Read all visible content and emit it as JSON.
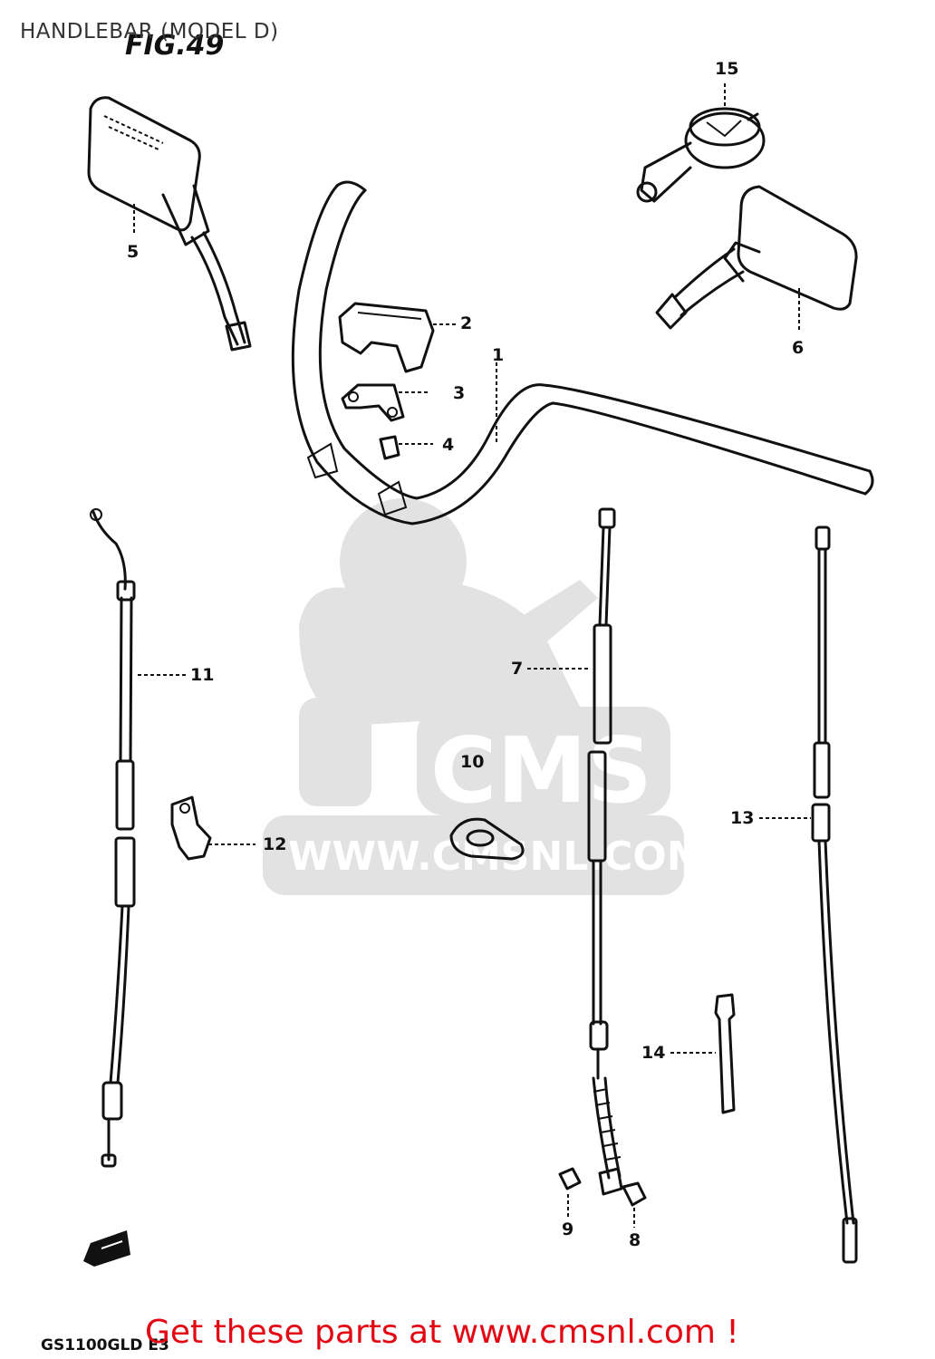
{
  "header": {
    "title": "HANDLEBAR (MODEL D)"
  },
  "figure": {
    "label": "FIG.49",
    "model_code": "GS1100GLD E3"
  },
  "watermark": {
    "brand": "CMS",
    "url": "WWW.CMSNL.COM"
  },
  "callouts": [
    "1",
    "2",
    "3",
    "4",
    "5",
    "6",
    "7",
    "8",
    "9",
    "10",
    "11",
    "12",
    "13",
    "14",
    "15"
  ],
  "footer": {
    "text": "Get these parts at www.cmsnl.com !",
    "color": "#e30613"
  }
}
